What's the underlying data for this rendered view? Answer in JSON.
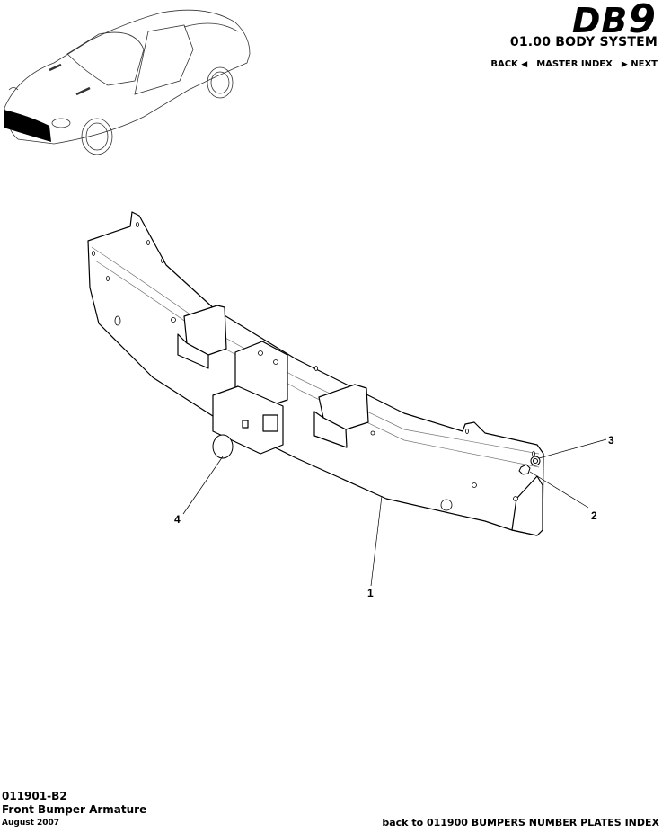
{
  "header": {
    "logo_prefix": "DB",
    "logo_suffix": "9",
    "section_title": "01.00 BODY SYSTEM",
    "nav": {
      "back_label": "BACK",
      "back_icon": "◀",
      "master_index_label": "MASTER INDEX",
      "next_icon": "▶",
      "next_label": "NEXT"
    }
  },
  "diagram": {
    "callouts": [
      {
        "id": "1",
        "label": "1"
      },
      {
        "id": "2",
        "label": "2"
      },
      {
        "id": "3",
        "label": "3"
      },
      {
        "id": "4",
        "label": "4"
      }
    ]
  },
  "footer": {
    "code": "011901-B2",
    "title": "Front Bumper Armature",
    "date": "August 2007",
    "back_link": "back to 011900 BUMPERS NUMBER PLATES INDEX"
  }
}
